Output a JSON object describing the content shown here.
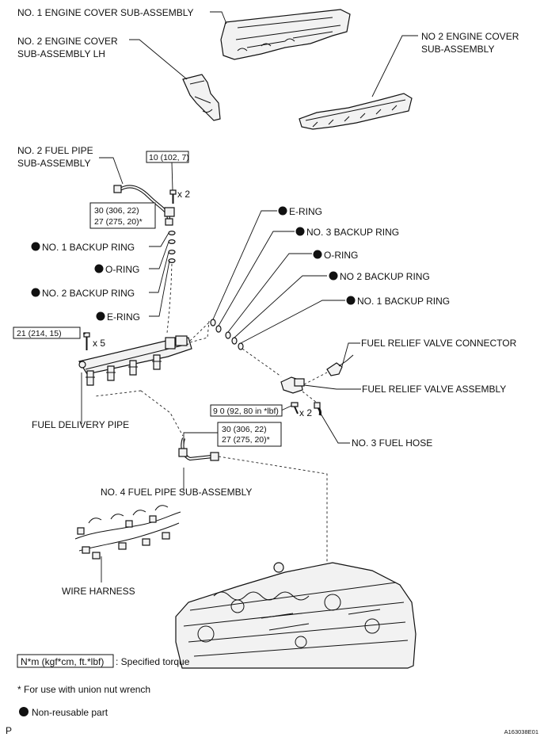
{
  "diagram": {
    "labels": {
      "cover1": "NO. 1 ENGINE COVER SUB-ASSEMBLY",
      "cover2lh_l1": "NO. 2 ENGINE COVER",
      "cover2lh_l2": "SUB-ASSEMBLY LH",
      "cover2_l1": "NO  2 ENGINE COVER",
      "cover2_l2": "SUB-ASSEMBLY",
      "fuelpipe2_l1": "NO. 2 FUEL PIPE",
      "fuelpipe2_l2": "SUB-ASSEMBLY",
      "backup1_left": "NO. 1 BACKUP RING",
      "oring_left": "O-RING",
      "backup2_left": "NO. 2 BACKUP RING",
      "ering_left": "E-RING",
      "ering_right": "E-RING",
      "backup3_right": "NO. 3 BACKUP RING",
      "oring_right": "O-RING",
      "backup2_right": "NO  2 BACKUP RING",
      "backup1_right": "NO. 1 BACKUP RING",
      "relief_connector": "FUEL RELIEF VALVE CONNECTOR",
      "relief_assembly": "FUEL RELIEF VALVE ASSEMBLY",
      "fuel_hose3": "NO. 3 FUEL HOSE",
      "delivery_pipe": "FUEL DELIVERY PIPE",
      "fuelpipe4": "NO. 4 FUEL PIPE SUB-ASSEMBLY",
      "wire_harness": "WIRE HARNESS"
    },
    "torque": {
      "t10": "10 (102, 7)",
      "t30a_l1": "30 (306, 22)",
      "t30a_l2": "27 (275, 20)*",
      "t21": "21 (214, 15)",
      "t90": "9 0 (92, 80 in *lbf)",
      "t30b_l1": "30 (306, 22)",
      "t30b_l2": "27 (275, 20)*"
    },
    "qty": {
      "x2_top": "x 2",
      "x5": "x 5",
      "x2_relief": "x 2"
    },
    "legend": {
      "torque_box": "N*m (kgf*cm, ft.*lbf)",
      "torque_desc": ": Specified torque",
      "union_note": "* For use with union nut wrench",
      "nonreusable": "Non-reusable part"
    },
    "footer": {
      "left": "P",
      "right": "A163038E01"
    }
  }
}
